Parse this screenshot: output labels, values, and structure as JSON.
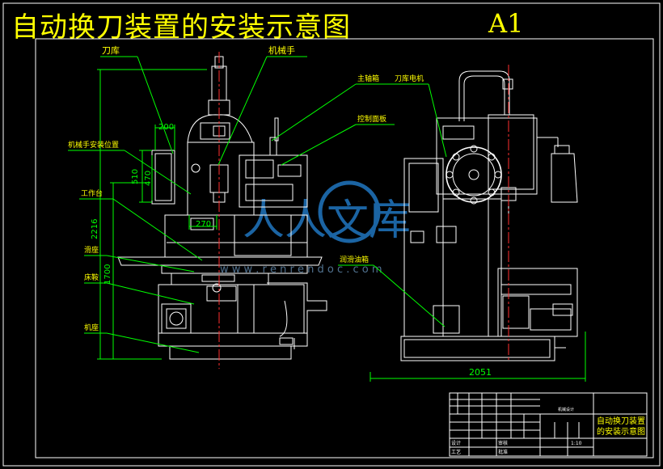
{
  "title": "自动换刀装置的安装示意图",
  "sheet_size": "A1",
  "callouts": {
    "tool_magazine": "刀库",
    "manipulator": "机械手",
    "spindle_box": "主轴箱",
    "magazine_motor": "刀库电机",
    "control_panel": "控制面板",
    "manipulator_mount": "机械手安装位置",
    "worktable": "工作台",
    "saddle": "滑座",
    "lift_table": "床鞍",
    "bed": "机座",
    "lube_oil_tank": "润滑油箱"
  },
  "dimensions": {
    "d200": "200",
    "d510": "510",
    "d470": "470",
    "d270": "270",
    "d2216": "2216",
    "d1700": "1700",
    "d2051": "2051"
  },
  "watermark": {
    "text": "人人文库",
    "url": "w w w . r e n r e n d o c . c o m"
  },
  "title_block": {
    "drawing_name_line1": "自动换刀装置",
    "drawing_name_line2": "的安装示意图",
    "project": "机械设计",
    "design": "设计",
    "check": "审核",
    "process": "工艺",
    "approve": "批准",
    "scale": "1:10"
  },
  "colors": {
    "background": "#000000",
    "outline": "#ffffff",
    "leader": "#00ff00",
    "dimension": "#00ff00",
    "title": "#ffff00",
    "centerline": "#ff3030",
    "watermark": "#1e6fb5"
  }
}
